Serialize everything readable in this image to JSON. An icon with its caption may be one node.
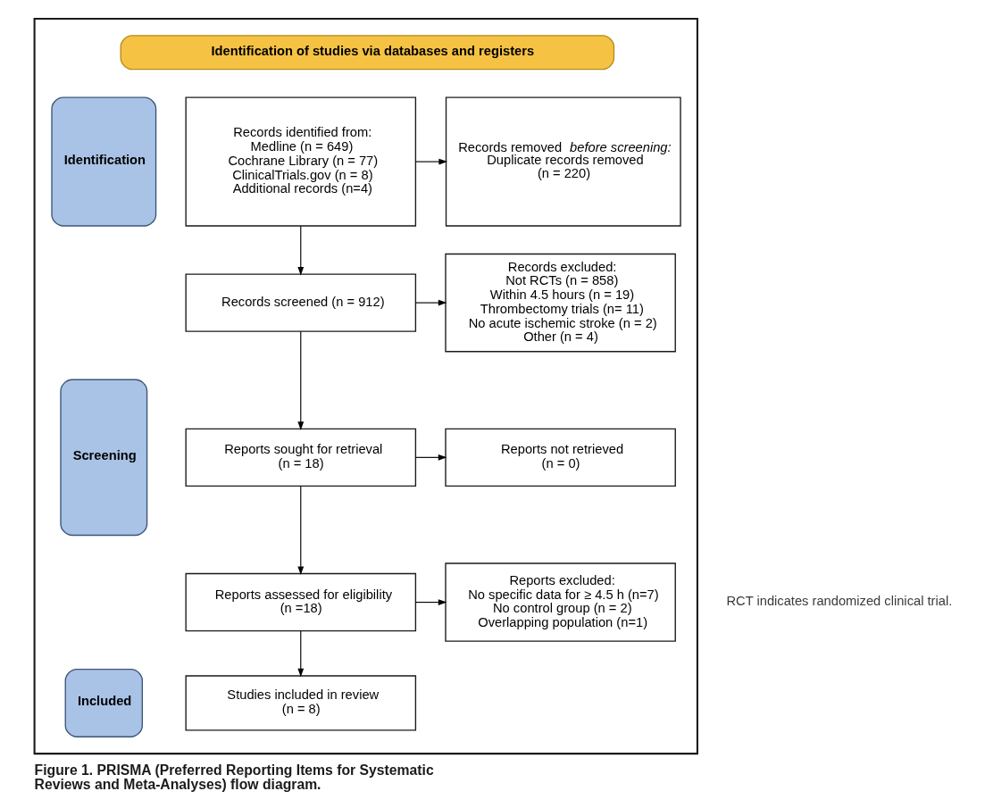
{
  "diagram": {
    "caption": "Figure 1. PRISMA (Preferred Reporting Items for Systematic Reviews and Meta-Analyses) flow diagram.",
    "nodes": [
      {
        "text": [],
        "shape": "box"
      },
      {
        "text": [
          "Identification of studies via databases and registers"
        ],
        "in": 0
      },
      {
        "text": [
          "Identification"
        ],
        "in": 0
      },
      {
        "text": [
          "Records identified from:",
          "Medline (n = 649)",
          "Cochrane Library (n = 77)",
          "ClinicalTrials.gov (n = 8)",
          "Additional records (n=4)"
        ],
        "in": 0
      },
      {
        "text": [
          "Records removed *before screening:*",
          "Duplicate records removed (n = 220)"
        ],
        "in": 0
      },
      {
        "text": [
          "Screening"
        ],
        "in": 0
      },
      {
        "text": [
          "Records screened (n = 912)"
        ],
        "in": 0
      },
      {
        "text": [
          "Records excluded:",
          "Not RCTs (n = 858)",
          "Within 4.5 hours (n = 19)",
          "Thrombectomy trials (n= 11)",
          "No acute ischemic stroke (n = 2)",
          "Other (n = 4)"
        ],
        "in": 0
      },
      {
        "text": [
          "Reports sought for retrieval (n = 18)"
        ],
        "in": 0
      },
      {
        "text": [
          "Reports not retrieved (n = 0)"
        ],
        "in": 0
      },
      {
        "text": [
          "Reports assessed for eligibility (n =18)"
        ],
        "in": 0
      },
      {
        "text": [
          "Reports excluded:",
          "No specific data for ≥ 4.5 h (n=7)",
          "No control group (n = 2)",
          "Overlapping population (n=1)"
        ],
        "in": 0
      },
      {
        "text": [
          "Included"
        ],
        "in": 0
      },
      {
        "text": [
          "Studies included in review (n = 8)"
        ],
        "in": 0
      }
    ],
    "edges": [
      {
        "from": 3,
        "to": 4,
        "arrow": "to"
      },
      {
        "from": 3,
        "to": 6,
        "arrow": "to"
      },
      {
        "from": 6,
        "to": 7,
        "arrow": "to"
      },
      {
        "from": 6,
        "to": 8,
        "arrow": "to"
      },
      {
        "from": 8,
        "to": 9,
        "arrow": "to"
      },
      {
        "from": 8,
        "to": 10,
        "arrow": "to"
      },
      {
        "from": 10,
        "to": 11,
        "arrow": "to"
      },
      {
        "from": 10,
        "to": 13,
        "arrow": "to"
      }
    ],
    "labels": [
      "RCT indicates randomized clinical trial."
    ]
  }
}
